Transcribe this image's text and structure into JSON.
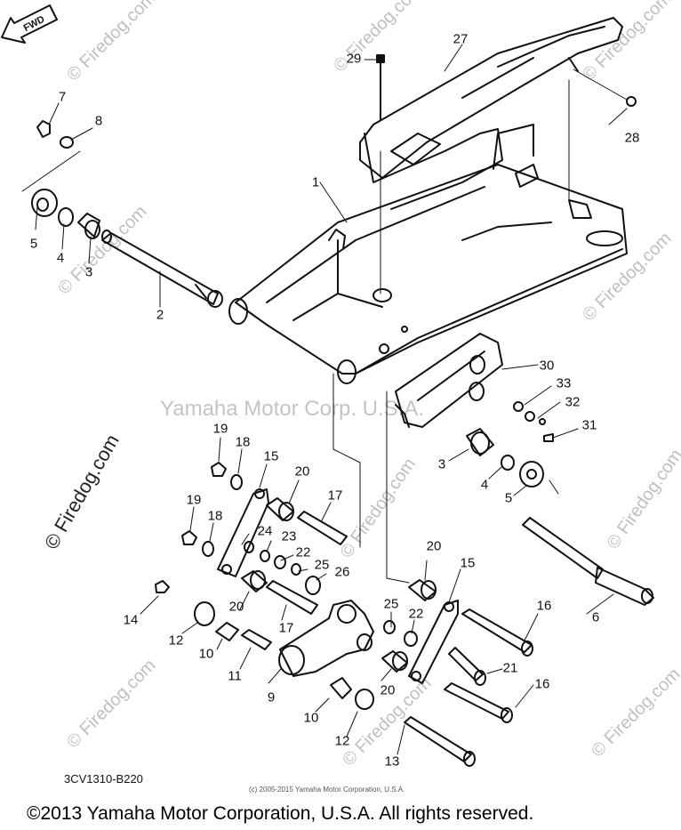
{
  "watermark": {
    "site": "© Firedog.com",
    "center_text": "Yamaha Motor Corp. U.S.A."
  },
  "callouts": [
    "1",
    "2",
    "3",
    "3",
    "4",
    "4",
    "5",
    "5",
    "6",
    "7",
    "8",
    "9",
    "10",
    "10",
    "11",
    "12",
    "12",
    "13",
    "14",
    "15",
    "15",
    "16",
    "16",
    "17",
    "17",
    "18",
    "18",
    "19",
    "19",
    "20",
    "20",
    "20",
    "20",
    "21",
    "22",
    "22",
    "23",
    "24",
    "25",
    "25",
    "26",
    "27",
    "28",
    "29",
    "30",
    "31",
    "32",
    "33"
  ],
  "fwd_label": "FWD",
  "drawing_code": "3CV1310-B220",
  "small_copyright": "(c) 2005-2015 Yamaha Motor Corporation, U.S.A.",
  "main_copyright": "©2013 Yamaha Motor Corporation, U.S.A. All rights reserved."
}
